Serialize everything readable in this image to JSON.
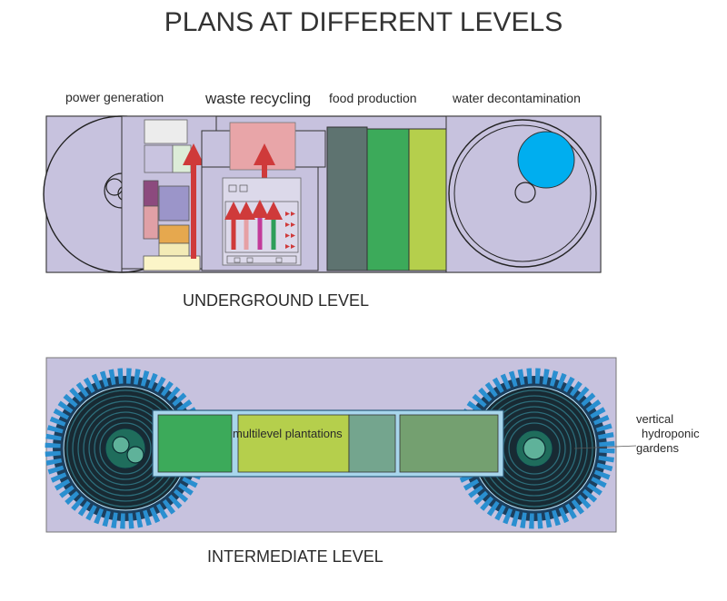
{
  "title": "PLANS AT DIFFERENT LEVELS",
  "underground": {
    "caption": "UNDERGROUND LEVEL",
    "zones": {
      "power": "power generation",
      "waste": "waste recycling",
      "food": "food production",
      "water": "water decontamination"
    }
  },
  "intermediate": {
    "caption": "INTERMEDIATE LEVEL",
    "plantations": "multilevel plantations",
    "gardens_line1": "vertical",
    "gardens_line2": "hydroponic",
    "gardens_line3": "gardens"
  },
  "colors": {
    "lavender": "#c7c2de",
    "arrow_red": "#cf3a3a",
    "water_blue": "#00aeef",
    "green_dark": "#3caa5a",
    "green_lime": "#b5cf4c",
    "slate": "#5e7370",
    "teal": "#74a58e",
    "ring_blue": "#2a8fd0"
  }
}
